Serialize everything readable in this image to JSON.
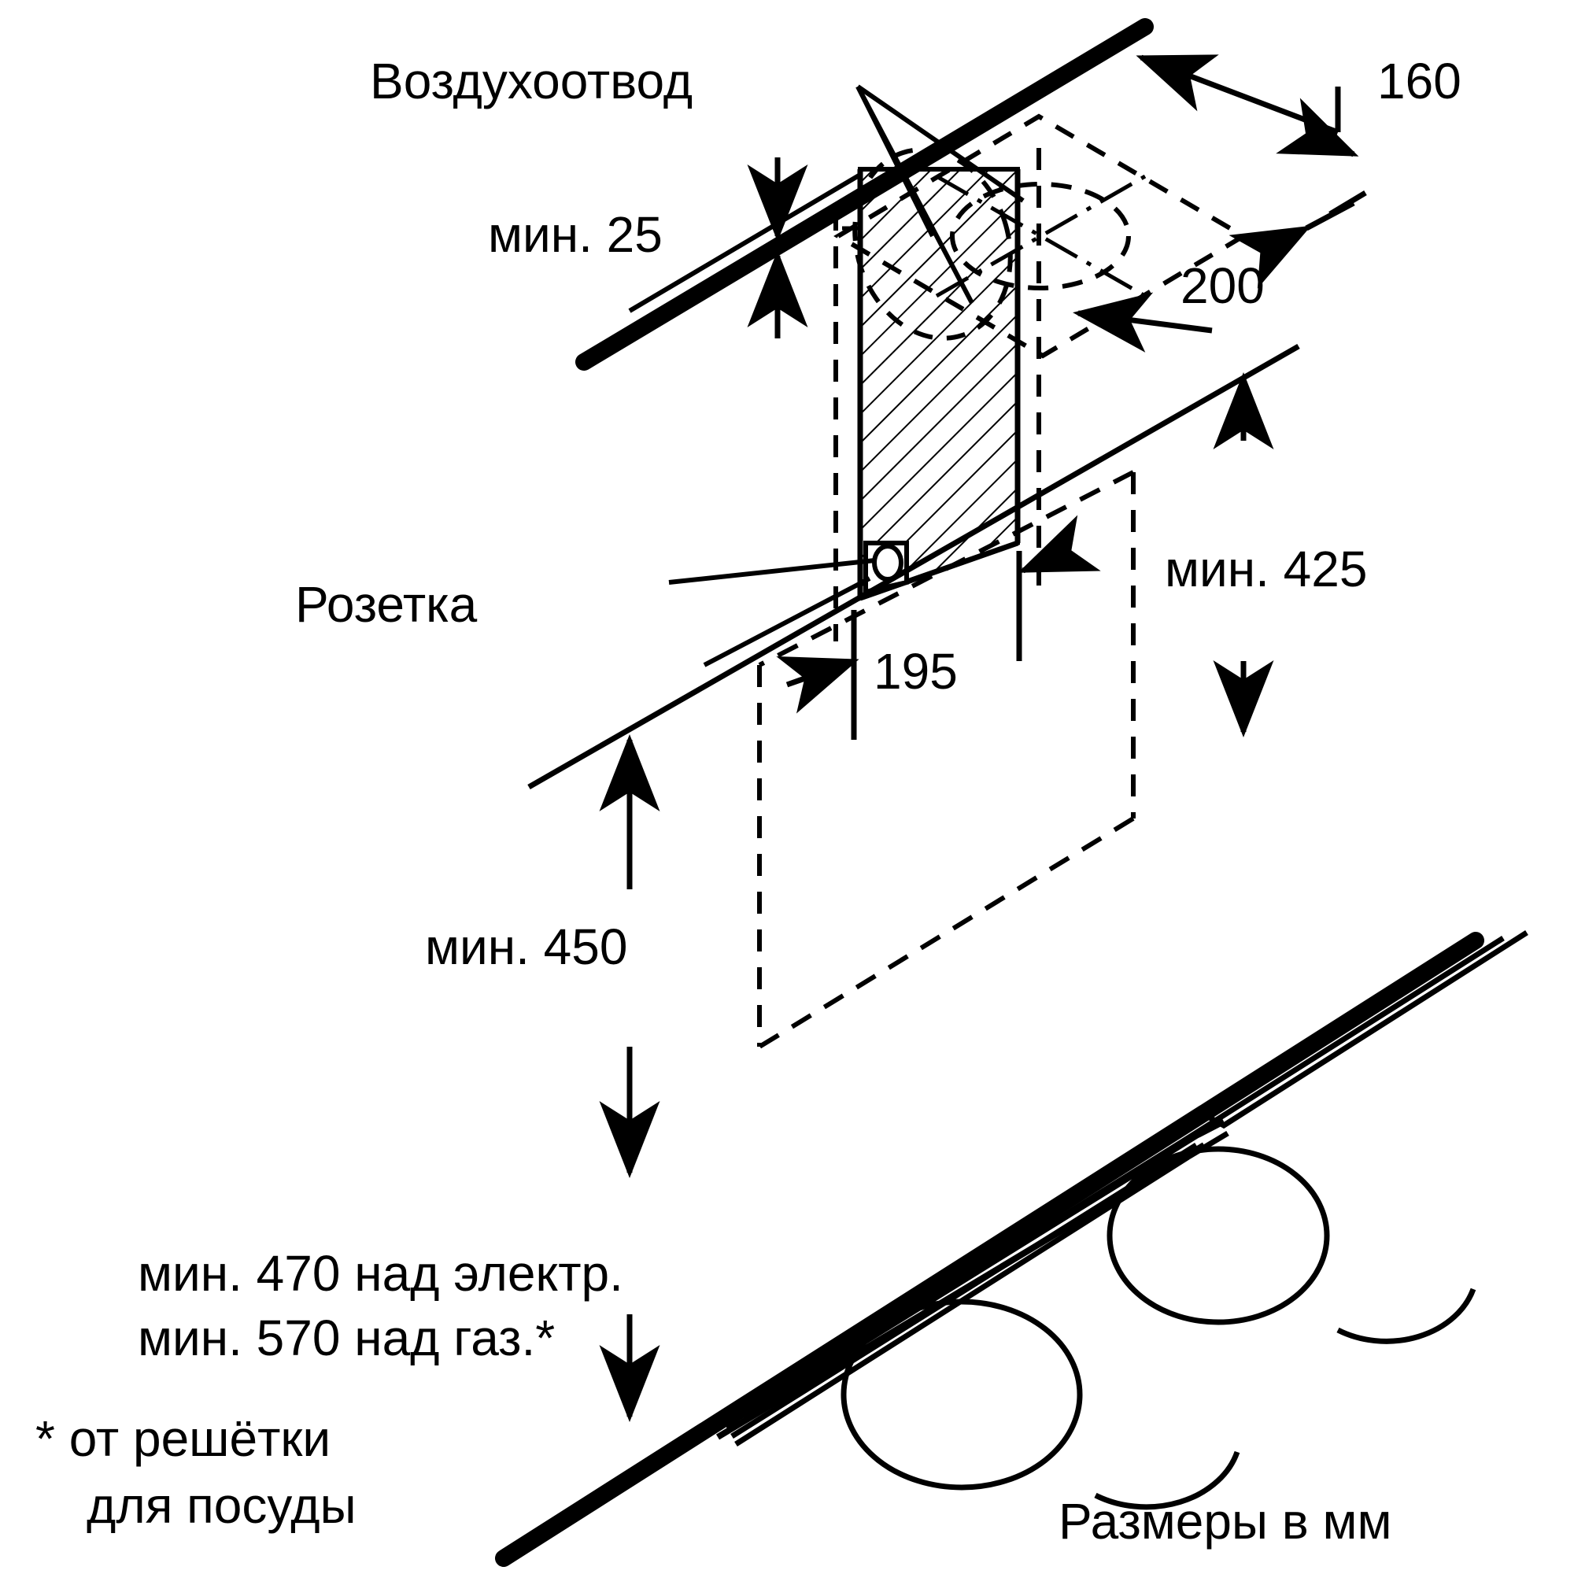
{
  "diagram": {
    "title_note": "Размеры в мм",
    "labels": {
      "air_outlet": "Воздухоотвод",
      "socket": "Розетка",
      "min_25": "мин. 25",
      "dim_160": "160",
      "dim_200": "200",
      "dim_195": "195",
      "min_425": "мин. 425",
      "min_450": "мин. 450",
      "min_470_electric": "мин. 470 над электр.",
      "min_570_gas": "мин. 570 над газ.*",
      "footnote_line1": "* от решётки",
      "footnote_line2": "для посуды",
      "units_note": "Размеры в мм"
    },
    "colors": {
      "line": "#000000",
      "background": "#ffffff"
    },
    "dimension_values": {
      "duct_offset_from_ceiling_mm": 25,
      "duct_center_from_wall_a_mm": 160,
      "duct_center_from_wall_b_mm": 200,
      "socket_offset_mm": 195,
      "hood_height_min_mm": 425,
      "clearance_min_mm": 450,
      "clearance_over_electric_min_mm": 470,
      "clearance_over_gas_min_mm": 570,
      "units": "мм"
    }
  }
}
